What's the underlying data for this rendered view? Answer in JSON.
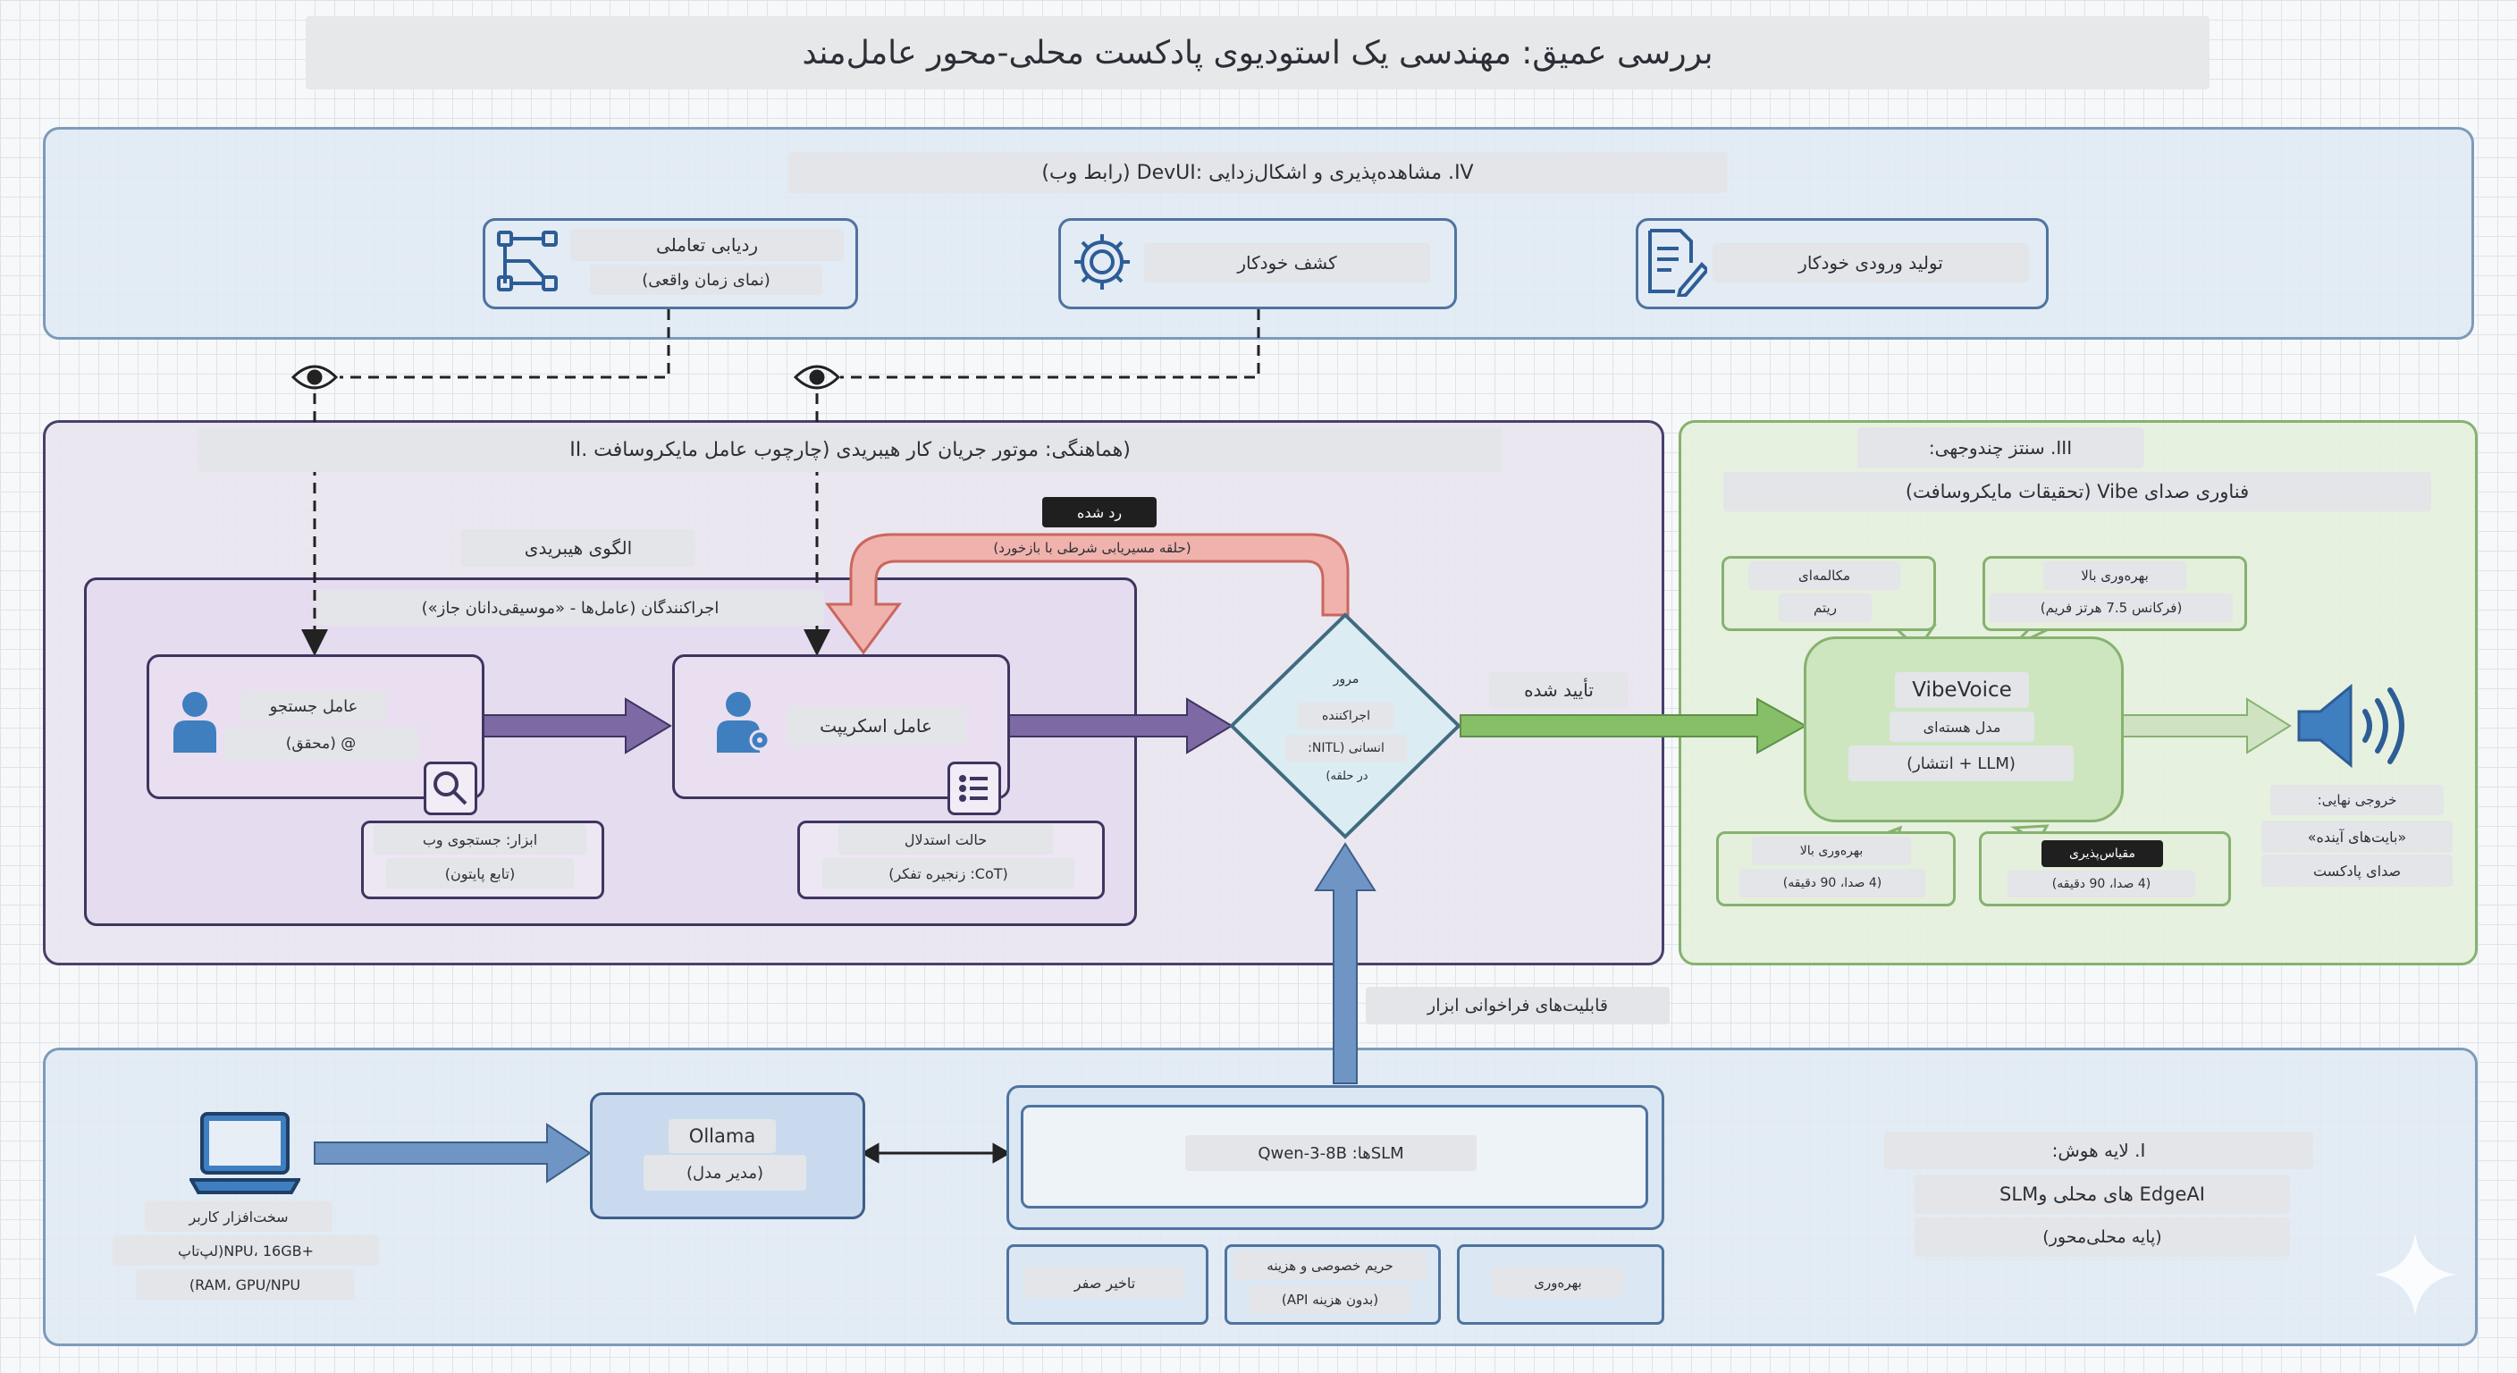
{
  "title": "بررسی عمیق: مهندسی یک استودیوی پادکست محلی-محور عامل‌مند",
  "devui": {
    "heading": "IV. مشاهده‌پذیری و اشکال‌زدایی :DevUI (رابط وب)",
    "tracing_line1": "ردیابی تعاملی",
    "tracing_line2": "(نمای زمان واقعی)",
    "discovery": "کشف خودکار",
    "input_gen": "تولید ورودی خودکار"
  },
  "orchestration": {
    "heading": "(هماهنگی: موتور جریان کار هیبریدی (چارچوب عامل مایکروسافت .II",
    "hybrid_pattern": "الگوی هیبریدی",
    "executors": "اجراکنندگان (عامل‌ها - «موسیقی‌دانان جاز»)",
    "search_agent_line1": "عامل جستجو",
    "search_agent_line2": "@ (محقق)",
    "script_agent": "عامل اسکریپت",
    "tool_line1": "ابزار: جستجوی وب",
    "tool_line2": "(تابع پایتون)",
    "reasoning_line1": "حالت استدلال",
    "reasoning_line2": "(CoT: زنجیره تفکر)",
    "rejected": "رد شده",
    "loop": "(حلقه مسیریابی شرطی با بازخورد)",
    "review_line1": "مرور",
    "review_line2": "اجراکننده",
    "review_line3": "انسانی (NITL:",
    "review_line4": "در حلقه)",
    "approved": "تأیید شده",
    "tool_calls": "قابلیت‌های فراخوانی ابزار"
  },
  "synthesis": {
    "heading": "III. سنتز چندوجهی:",
    "subheading": "فناوری صدای Vibe (تحقیقات مایکروسافت)",
    "conv_line1": "مکالمه‌ای",
    "conv_line2": "ریتم",
    "eff_line1": "بهره‌وری بالا",
    "eff_line2": "(فرکانس 7.5 هرتز فریم)",
    "core_title": "VibeVoice",
    "core_line2": "مدل هسته‌ای",
    "core_line3": "(LLM + انتشار)",
    "left_bottom_line1": "بهره‌وری بالا",
    "left_bottom_line2": "(4 صدا، 90 دقیقه)",
    "scal_line1": "مقیاس‌پذیری",
    "scal_line2": "(4 صدا، 90 دقیقه)",
    "out_line1": "خروجی نهایی:",
    "out_line2": "«بایت‌های آینده»",
    "out_line3": "صدای پادکست"
  },
  "intelligence": {
    "heading": "I. لایه هوش:",
    "line2": "EdgeAI های محلی وSLM",
    "line3": "(پایه محلی‌محور)",
    "hw_line1": "سخت‌افزار کاربر",
    "hw_line2": "+NPU، 16GB(لپ‌تاپ",
    "hw_line3": "RAM، GPU/NPU)",
    "ollama": "Ollama",
    "ollama_sub": "(مدیر مدل)",
    "slm": "SLMها: Qwen-3-8B",
    "zero_latency": "تاخیر صفر",
    "privacy_line1": "حریم خصوصی و هزینه",
    "privacy_line2": "(بدون هزینه API)",
    "efficiency": "بهره‌وری"
  },
  "colors": {
    "blue_panel": "#dfeaf3",
    "blue_border": "#7d9bbb",
    "purple_panel": "#e9e4ef",
    "purple_border": "#4a3f6b",
    "green_panel": "#e4efdc",
    "green_border": "#86b26f",
    "arrow_purple": "#7d6aa5",
    "arrow_green": "#86bf68",
    "arrow_blue": "#6f95c4",
    "loop_red": "#e9a6a0"
  }
}
